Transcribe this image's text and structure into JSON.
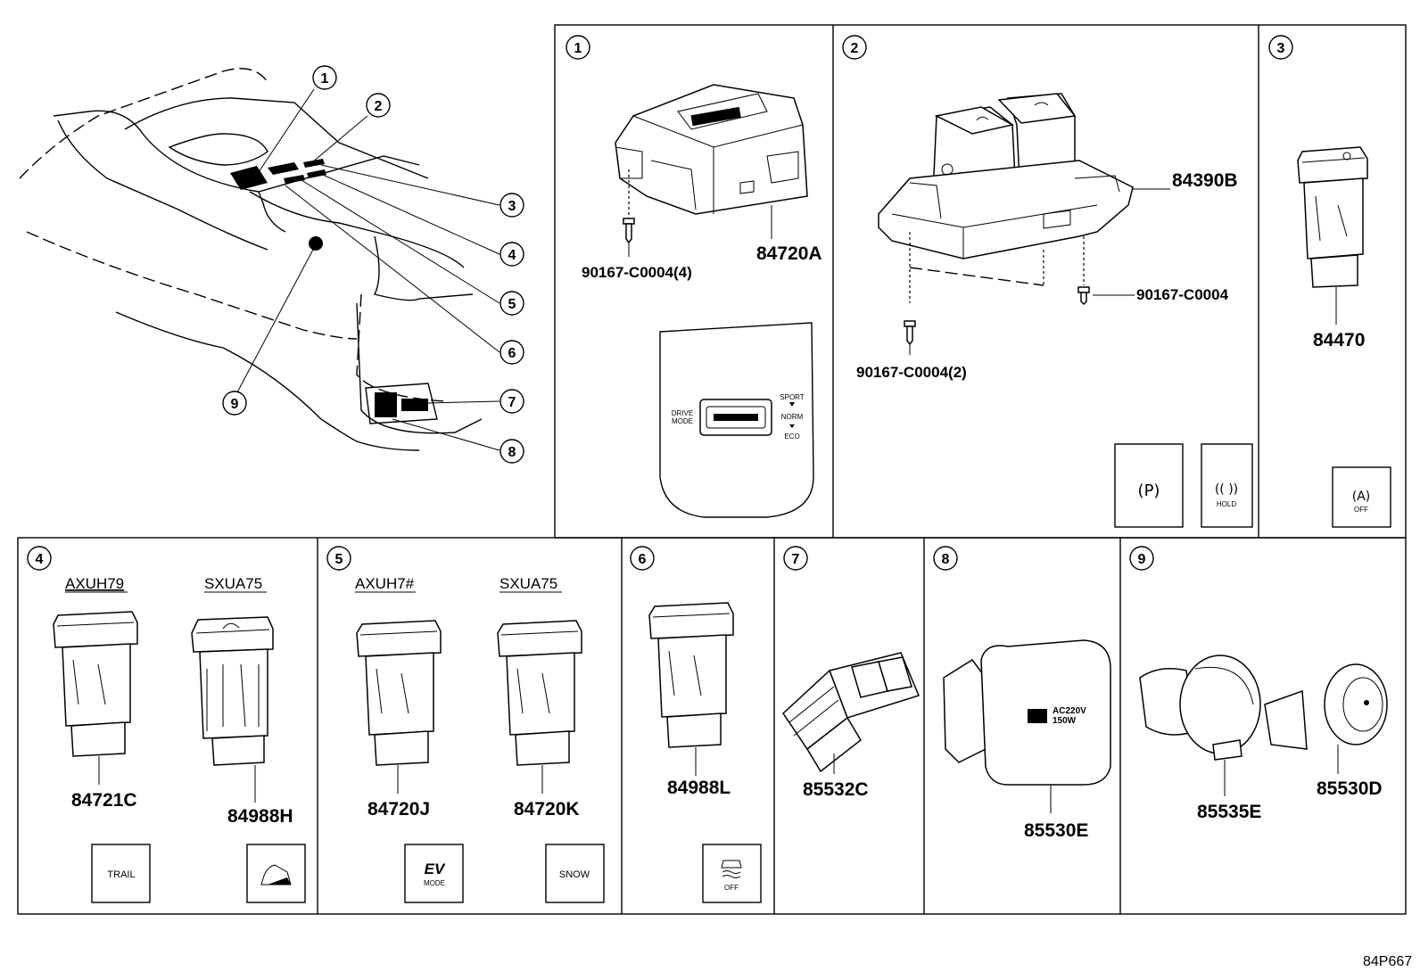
{
  "callouts": [
    "1",
    "2",
    "3",
    "4",
    "5",
    "6",
    "7",
    "8",
    "9"
  ],
  "panel1": {
    "number": "1",
    "parts": {
      "switch": "84720A",
      "screw": "90167-C0004(4)"
    },
    "panel_text": {
      "left": [
        "DRIVE",
        "MODE"
      ],
      "right": [
        "SPORT",
        "NORM",
        "ECO"
      ]
    }
  },
  "panel2": {
    "number": "2",
    "parts": {
      "switch": "84390B",
      "screw_right": "90167-C0004",
      "screw_left": "90167-C0004(2)"
    },
    "icons": [
      {
        "name": "parking-brake-icon",
        "glyph": "(P)"
      },
      {
        "name": "brake-hold-icon",
        "glyph": "(( ))",
        "caption": "HOLD"
      }
    ]
  },
  "panel3": {
    "number": "3",
    "parts": {
      "switch": "84470"
    },
    "icon": {
      "name": "auto-off-icon",
      "glyph": "(A)",
      "caption": "OFF"
    }
  },
  "panel4": {
    "number": "4",
    "variants": [
      {
        "model": "AXUH79",
        "part": "84721C",
        "icon_text": "TRAIL"
      },
      {
        "model": "SXUA75",
        "part": "84988H",
        "icon_name": "hill-descent-icon"
      }
    ]
  },
  "panel5": {
    "number": "5",
    "variants": [
      {
        "model": "AXUH7#",
        "part": "84720J",
        "icon_text": "EV",
        "icon_caption": "MODE"
      },
      {
        "model": "SXUA75",
        "part": "84720K",
        "icon_text": "SNOW"
      }
    ]
  },
  "panel6": {
    "number": "6",
    "part": "84988L",
    "icon": {
      "name": "traction-control-off-icon",
      "caption": "OFF"
    }
  },
  "panel7": {
    "number": "7",
    "part": "85532C"
  },
  "panel8": {
    "number": "8",
    "part": "85530E",
    "label": [
      "AC220V",
      "150W"
    ]
  },
  "panel9": {
    "number": "9",
    "parts": [
      "85535E",
      "85530D"
    ]
  },
  "footer": {
    "code": "84P667"
  }
}
